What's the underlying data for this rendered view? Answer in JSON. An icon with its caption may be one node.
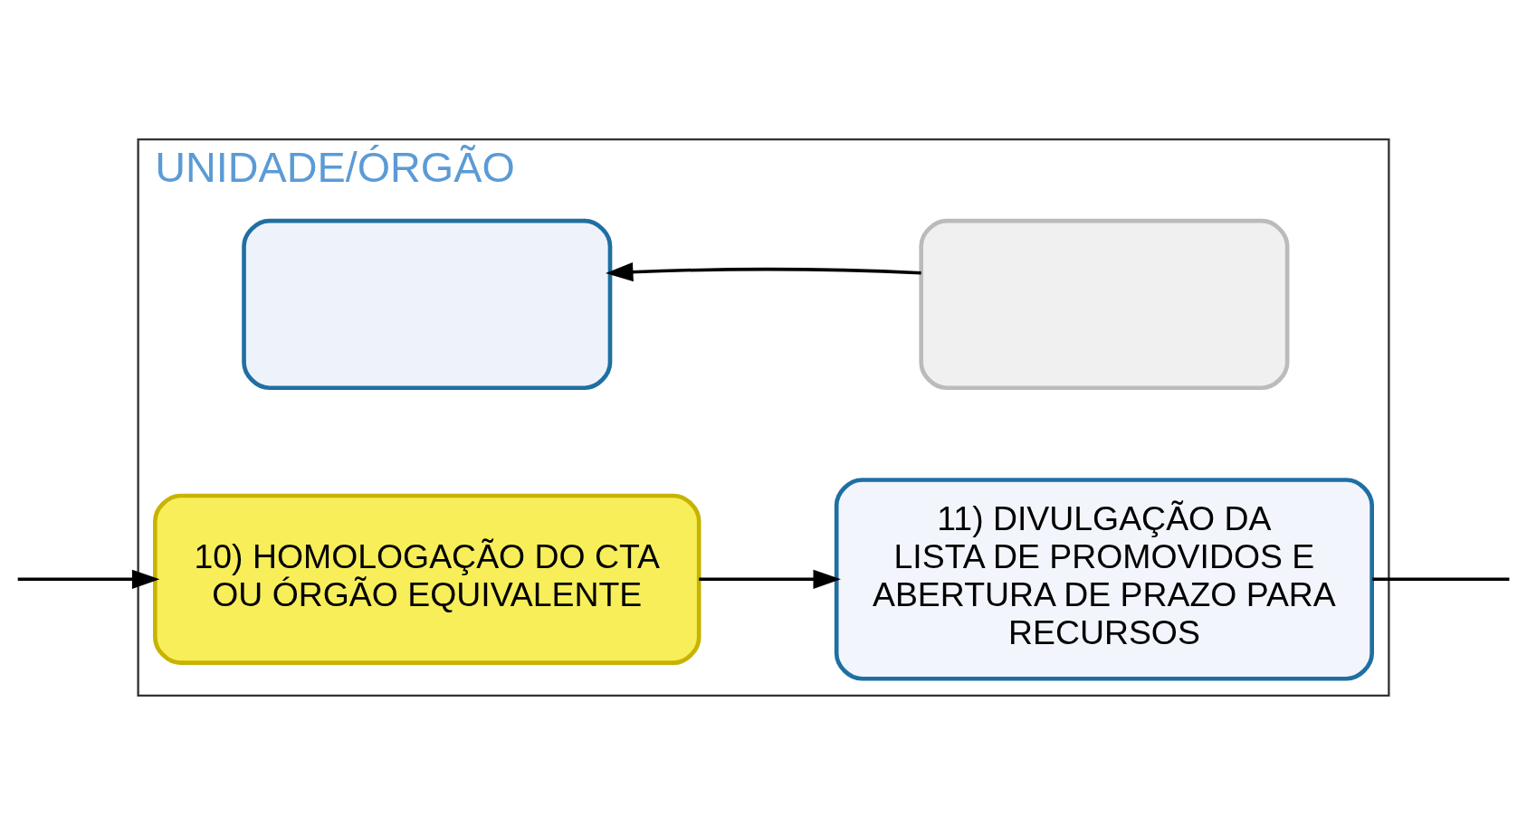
{
  "diagram": {
    "nodes": [
      {
        "text": [
          "UNIDADE/ÓRGÃO"
        ]
      },
      {
        "text": [],
        "shape": "box",
        "in": 0
      },
      {
        "text": [],
        "shape": "box",
        "in": 0
      },
      {
        "text": [
          "10) HOMOLOGAÇÃO DO CTA OU ÓRGÃO EQUIVALENTE"
        ],
        "in": 0
      },
      {
        "text": [
          "11) DIVULGAÇÃO DA LISTA DE PROMOVIDOS E ABERTURA DE PRAZO PARA RECURSOS"
        ],
        "in": 0
      }
    ],
    "edges": [
      {
        "from": 2,
        "to": 1,
        "arrow": "to"
      },
      {
        "from": null,
        "to": 3,
        "arrow": "to"
      },
      {
        "from": 3,
        "to": 4,
        "arrow": "to"
      },
      {
        "from": 4,
        "to": null,
        "arrow": "none"
      }
    ]
  }
}
